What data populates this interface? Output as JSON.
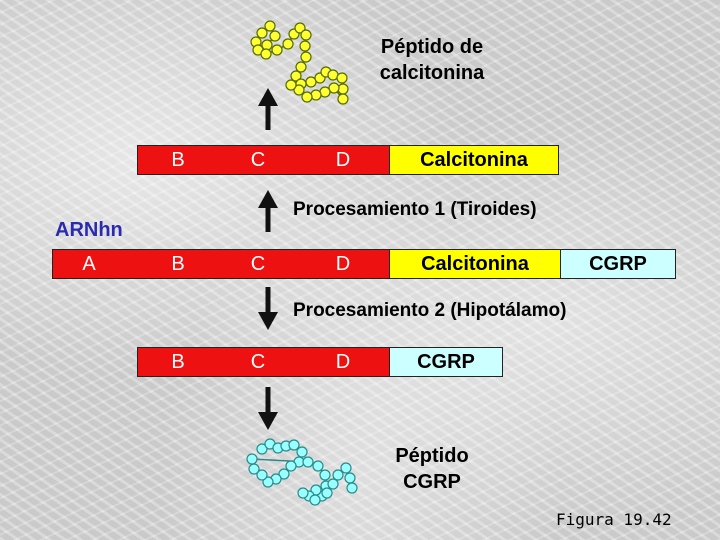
{
  "top_peptide": {
    "line1": "Péptido de",
    "line2": "calcitonina"
  },
  "row1": {
    "b": "B",
    "c": "C",
    "d": "D",
    "calcitonin": "Calcitonina"
  },
  "process1": "Procesamiento 1 (Tiroides)",
  "mrna_label": "ARNhn",
  "row2": {
    "a": "A",
    "b": "B",
    "c": "C",
    "d": "D",
    "calcitonin": "Calcitonina",
    "cgrp": "CGRP"
  },
  "process2": "Procesamiento 2 (Hipotálamo)",
  "row3": {
    "b": "B",
    "c": "C",
    "d": "D",
    "cgrp": "CGRP"
  },
  "bottom_peptide": {
    "line1": "Péptido",
    "line2": "CGRP"
  },
  "figure_label": "Figura 19.42",
  "colors": {
    "exon_red": "#ee1111",
    "calcitonin_yellow": "#ffff00",
    "cgrp_cyan": "#ccffff",
    "arnhn_blue": "#2b2bb0",
    "peptide_yellow": "#ffff33",
    "peptide_cyan": "#99ffff"
  }
}
